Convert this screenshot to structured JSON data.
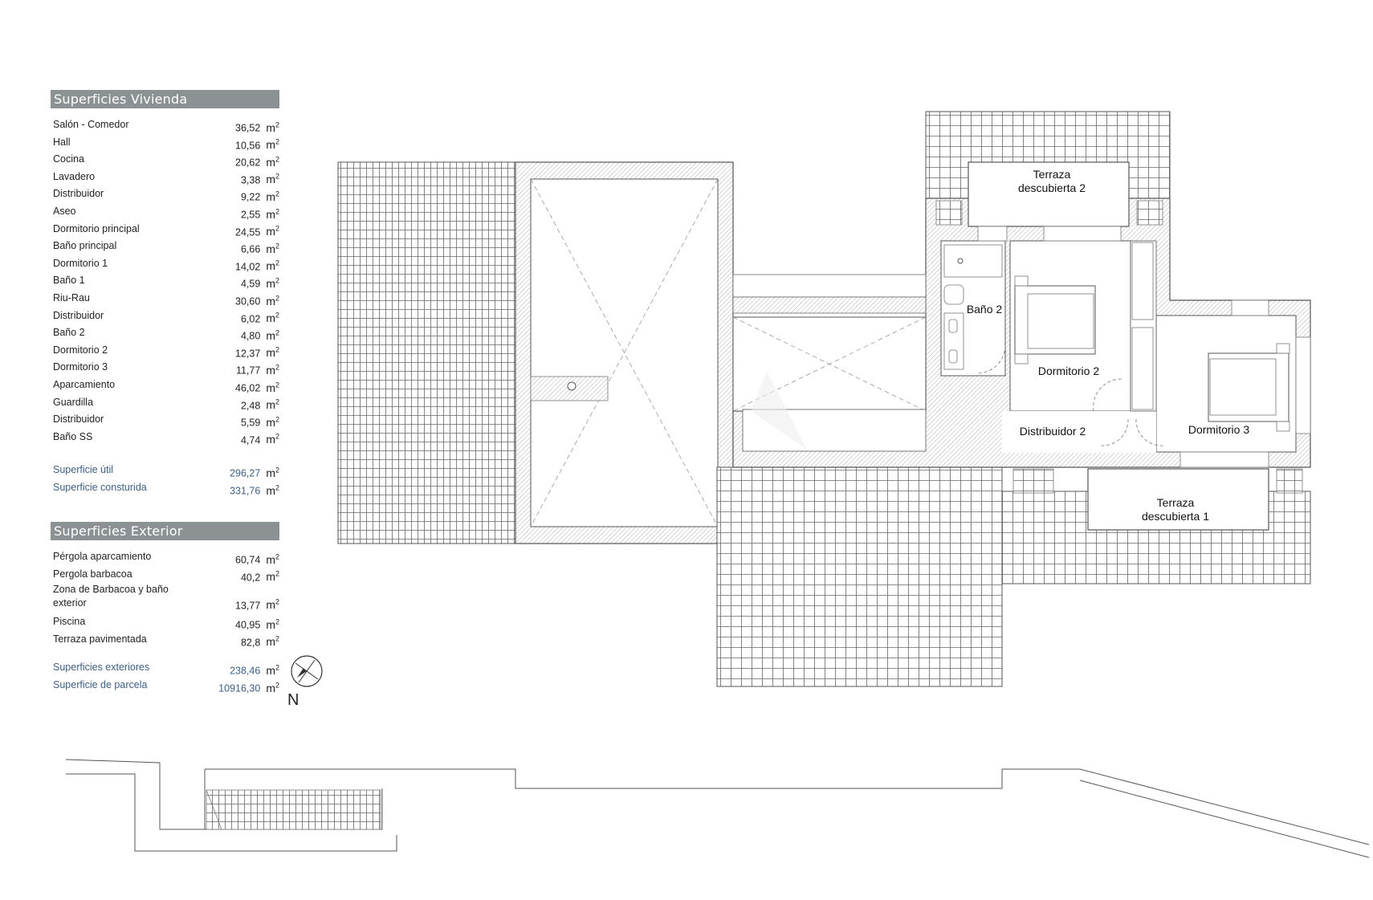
{
  "interior": {
    "title": "Superficies Vivienda",
    "unit": "m",
    "rows": [
      {
        "label": "Salón - Comedor",
        "value": "36,52"
      },
      {
        "label": "Hall",
        "value": "10,56"
      },
      {
        "label": "Cocina",
        "value": "20,62"
      },
      {
        "label": "Lavadero",
        "value": "3,38"
      },
      {
        "label": "Distribuidor",
        "value": "9,22"
      },
      {
        "label": "Aseo",
        "value": "2,55"
      },
      {
        "label": "Dormitorio principal",
        "value": "24,55"
      },
      {
        "label": "Baño principal",
        "value": "6,66"
      },
      {
        "label": "Dormitorio 1",
        "value": "14,02"
      },
      {
        "label": "Baño 1",
        "value": "4,59"
      },
      {
        "label": "Riu-Rau",
        "value": "30,60"
      },
      {
        "label": "Distribuidor",
        "value": "6,02"
      },
      {
        "label": "Baño 2",
        "value": "4,80"
      },
      {
        "label": "Dormitorio 2",
        "value": "12,37"
      },
      {
        "label": "Dormitorio 3",
        "value": "11,77"
      },
      {
        "label": "Aparcamiento",
        "value": "46,02"
      },
      {
        "label": "Guardilla",
        "value": "2,48"
      },
      {
        "label": "Distribuidor",
        "value": "5,59"
      },
      {
        "label": "Baño SS",
        "value": "4,74"
      }
    ],
    "totals": [
      {
        "label": "Superficie útil",
        "value": "296,27"
      },
      {
        "label": "Superficie consturida",
        "value": "331,76"
      }
    ]
  },
  "exterior": {
    "title": "Superficies Exterior",
    "rows": [
      {
        "label": "Pérgola aparcamiento",
        "value": "60,74"
      },
      {
        "label": "Pergola barbacoa",
        "value": "40,2"
      },
      {
        "label": "Zona de Barbacoa y baño exterior",
        "value": "13,77"
      },
      {
        "label": "Piscina",
        "value": "40,95"
      },
      {
        "label": "Terraza pavimentada",
        "value": "82,8"
      }
    ],
    "totals": [
      {
        "label": "Superficies exteriores",
        "value": "238,46"
      },
      {
        "label": "Superficie de parcela",
        "value": "10916,30"
      }
    ]
  },
  "compass": {
    "label": "N"
  },
  "rooms": {
    "terraza2_line1": "Terraza",
    "terraza2_line2": "descubierta 2",
    "terraza1_line1": "Terraza",
    "terraza1_line2": "descubierta 1",
    "bano2": "Baño 2",
    "dormitorio2": "Dormitorio 2",
    "dormitorio3": "Dormitorio 3",
    "distribuidor2": "Distribuidor 2"
  },
  "colors": {
    "header_bg": "#8c9294",
    "total_text": "#3d5f84",
    "wall": "#555555"
  }
}
